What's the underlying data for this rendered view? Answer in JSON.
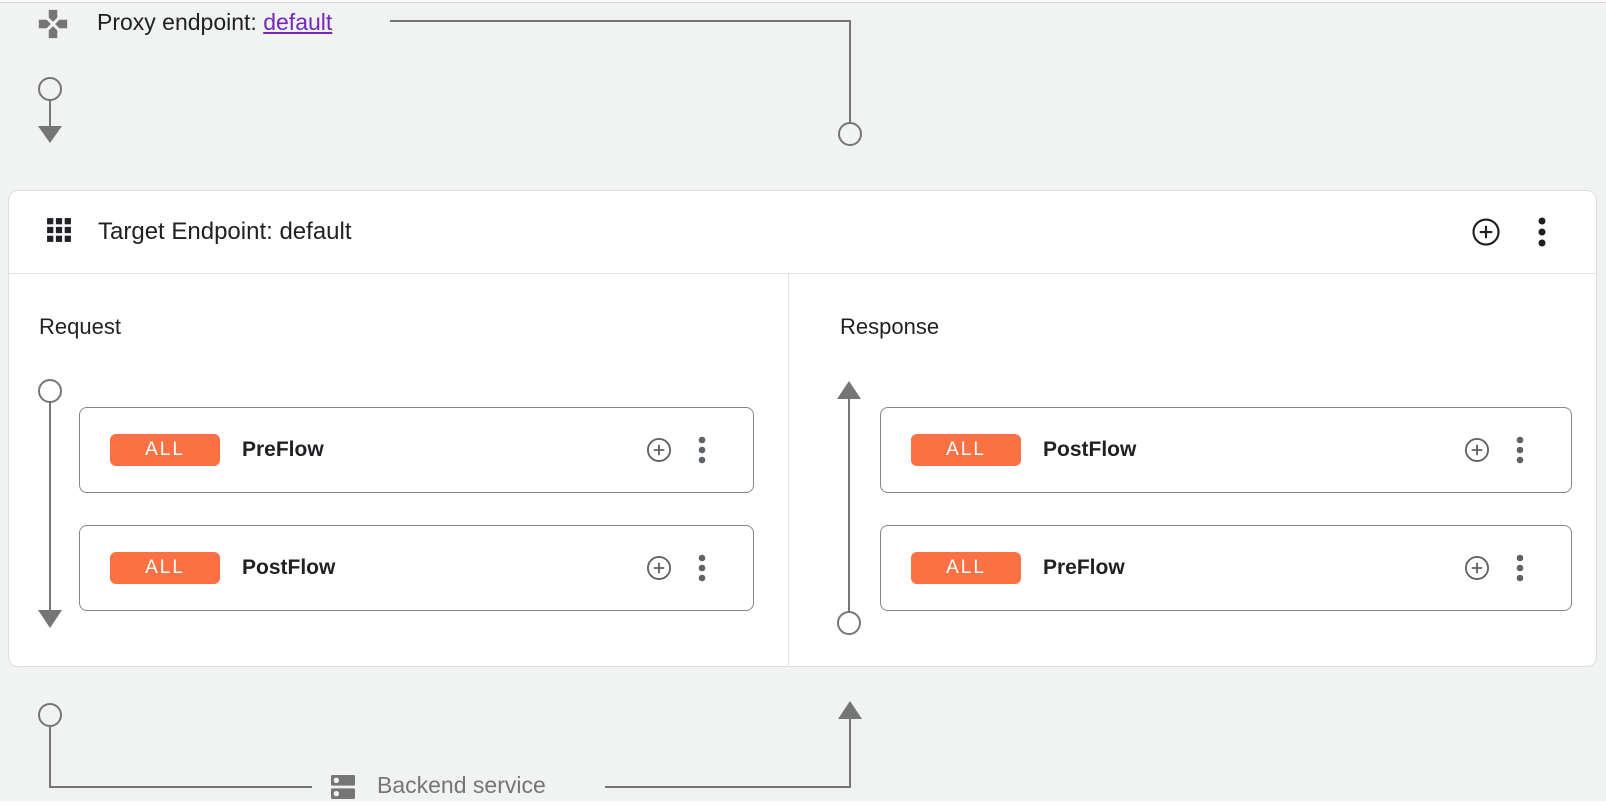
{
  "colors": {
    "background": "#f1f2f2",
    "accent_orange": "#fb7144",
    "link_purple": "#7627bb",
    "connector_gray": "#757575",
    "card_border_gray": "#80868b",
    "text_dark": "#202124",
    "text_gray": "#757575"
  },
  "icons": {
    "proxy_endpoint": "gamepad-icon",
    "target_endpoint": "apps-grid-icon",
    "add": "plus-circle-icon",
    "menu": "kebab-menu-icon",
    "backend": "dns-server-icon"
  },
  "proxy_endpoint": {
    "label": "Proxy endpoint:",
    "link": "default"
  },
  "target_endpoint": {
    "title": "Target Endpoint: default"
  },
  "request_panel": {
    "title": "Request",
    "flows": [
      {
        "badge": "ALL",
        "name": "PreFlow"
      },
      {
        "badge": "ALL",
        "name": "PostFlow"
      }
    ]
  },
  "response_panel": {
    "title": "Response",
    "flows": [
      {
        "badge": "ALL",
        "name": "PostFlow"
      },
      {
        "badge": "ALL",
        "name": "PreFlow"
      }
    ]
  },
  "backend": {
    "label": "Backend service"
  }
}
